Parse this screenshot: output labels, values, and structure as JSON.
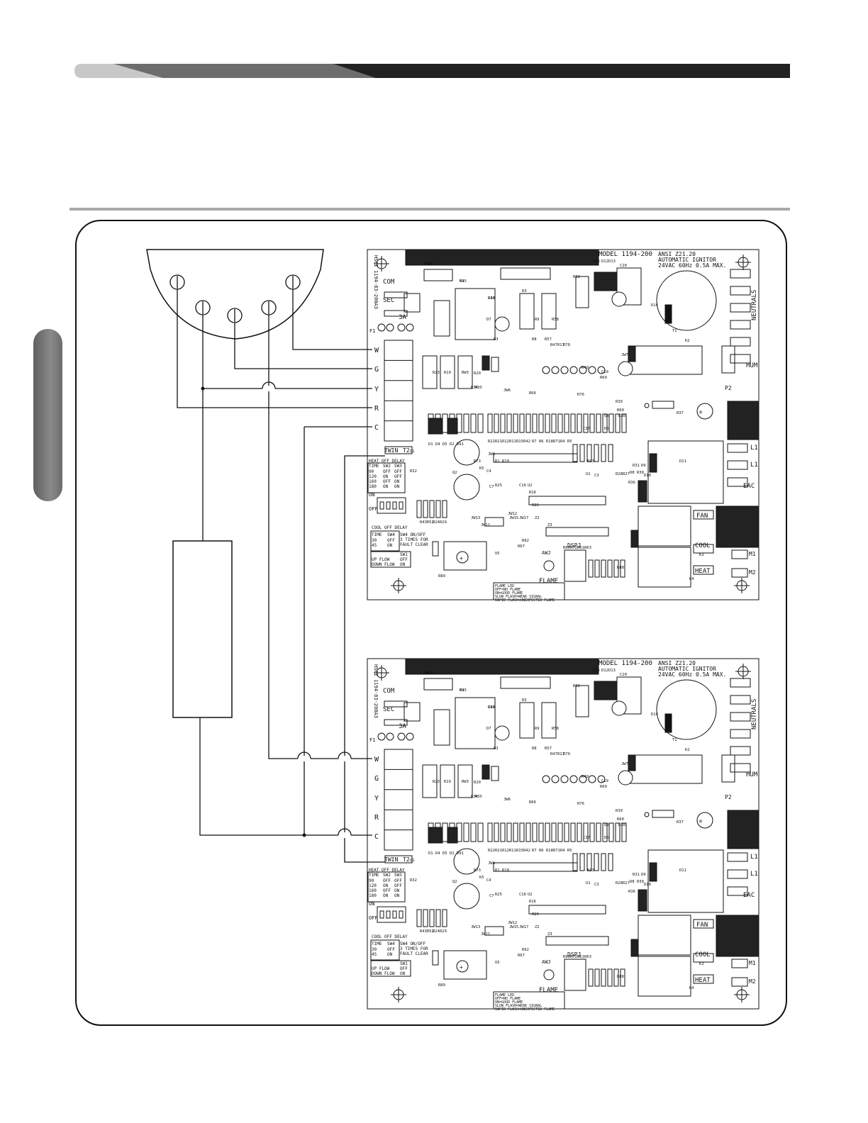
{
  "header": {
    "colors": {
      "light": "#c8c8c8",
      "mid": "#6d6d6d",
      "dark": "#222222"
    }
  },
  "thermostat": {
    "terminals": [
      "",
      "",
      "",
      "",
      ""
    ]
  },
  "transformer": {
    "label": ""
  },
  "boards": [
    {
      "header_model": "MODEL  1194-200",
      "header_line1": "ANSI Z21.20",
      "header_line2": "AUTOMATIC IGNITOR",
      "header_line3": "24VAC 60Hz 0.5A MAX.",
      "side_code": "HSCI 1194-83-200A3",
      "top_labels": [
        "COM",
        "SEC",
        "F1",
        "3A"
      ],
      "terminals": [
        "W",
        "G",
        "Y",
        "R",
        "C"
      ],
      "t2": "T2",
      "twin": "TWIN",
      "right_labels": [
        "NEUTRALS",
        "HUM",
        "P2",
        "L1",
        "L1",
        "EAC",
        "FAN",
        "COOL",
        "HEAT",
        "M1",
        "M2"
      ],
      "dspj": "DSPJ",
      "flame": "FLAME",
      "awj": "AWJ",
      "heat_table": {
        "title": "HEAT OFF DELAY",
        "header": [
          "TIME",
          "SW2",
          "SW3"
        ],
        "rows": [
          [
            "90",
            "OFF",
            "OFF"
          ],
          [
            "120",
            "ON",
            "OFF"
          ],
          [
            "160",
            "OFF",
            "ON"
          ],
          [
            "180",
            "ON",
            "ON"
          ]
        ]
      },
      "cool_table": {
        "title": "COOL OFF DELAY",
        "header": [
          "TIME",
          "SW4"
        ],
        "rows": [
          [
            "30",
            "OFF"
          ],
          [
            "45",
            "ON"
          ]
        ]
      },
      "sw4_note": [
        "SW4 ON/OFF",
        "3 TIMES FOR",
        "FAULT CLEAR"
      ],
      "flow_table": {
        "header": [
          "",
          "SW1"
        ],
        "rows": [
          [
            "UP FLOW",
            "OFF"
          ],
          [
            "DOWN FLOW",
            "ON"
          ]
        ]
      },
      "flame_note": [
        "FLAME LED",
        "OFF=NO FLAME",
        "ON=GOOD FLAME",
        "SLOW FLASH=WEAK SIGNAL",
        "RAPID FLASH=UNEXPECTED FLAME"
      ],
      "dip": [
        "ON",
        "OFF"
      ],
      "component_labels": [
        "JW14",
        "K1",
        "C18",
        "D3",
        "D7",
        "R3",
        "R8",
        "R57",
        "R9",
        "R58",
        "R82",
        "D15",
        "D12",
        "D13",
        "C20",
        "D14",
        "T1",
        "K2",
        "R20",
        "R23",
        "R19",
        "RW3",
        "R35",
        "R34",
        "JW6",
        "R66",
        "R47",
        "R17",
        "R70",
        "R40",
        "JW7",
        "C19",
        "R69",
        "R76",
        "R39",
        "R60",
        "R38",
        "R37",
        "C37",
        "D1",
        "D4",
        "D5",
        "R22",
        "R21",
        "R12",
        "R11",
        "R15",
        "R42",
        "R7",
        "R6",
        "R18",
        "R71",
        "R4",
        "R5",
        "D2",
        "Q1",
        "Q2",
        "Q3",
        "D6",
        "D8",
        "R30",
        "R31",
        "D9",
        "D10",
        "D11",
        "K3",
        "K4",
        "K5",
        "U1",
        "U2",
        "U5",
        "C3",
        "C4",
        "C7",
        "C16",
        "R16",
        "R26",
        "R25",
        "JW12",
        "JW11",
        "JW13",
        "JW15",
        "JW17",
        "Z2",
        "Z3",
        "R67",
        "R92",
        "R90",
        "R72",
        "R61",
        "R63",
        "R88",
        "R89",
        "R91",
        "R73",
        "JW4",
        "R1",
        "R10",
        "R24",
        "R29",
        "R52",
        "R43",
        "R32",
        "R33",
        "R28",
        "R27",
        "R36",
        "R44",
        "R45",
        "R46"
      ]
    },
    {
      "header_model": "MODEL  1194-200",
      "header_line1": "ANSI Z21.20",
      "header_line2": "AUTOMATIC IGNITOR",
      "header_line3": "24VAC 60Hz 0.5A MAX.",
      "side_code": "HSCI 1194-83-200A3",
      "top_labels": [
        "COM",
        "SEC",
        "F1",
        "3A"
      ],
      "terminals": [
        "W",
        "G",
        "Y",
        "R",
        "C"
      ],
      "t2": "T2",
      "twin": "TWIN",
      "right_labels": [
        "NEUTRALS",
        "HUM",
        "P2",
        "L1",
        "L1",
        "EAC",
        "FAN",
        "COOL",
        "HEAT",
        "M1",
        "M2"
      ],
      "dspj": "DSPJ",
      "flame": "FLAME",
      "awj": "AWJ",
      "heat_table": {
        "title": "HEAT OFF DELAY",
        "header": [
          "TIME",
          "SW2",
          "SW3"
        ],
        "rows": [
          [
            "90",
            "OFF",
            "OFF"
          ],
          [
            "120",
            "ON",
            "OFF"
          ],
          [
            "160",
            "OFF",
            "ON"
          ],
          [
            "180",
            "ON",
            "ON"
          ]
        ]
      },
      "cool_table": {
        "title": "COOL OFF DELAY",
        "header": [
          "TIME",
          "SW4"
        ],
        "rows": [
          [
            "30",
            "OFF"
          ],
          [
            "45",
            "ON"
          ]
        ]
      },
      "sw4_note": [
        "SW4 ON/OFF",
        "3 TIMES FOR",
        "FAULT CLEAR"
      ],
      "flow_table": {
        "header": [
          "",
          "SW1"
        ],
        "rows": [
          [
            "UP FLOW",
            "OFF"
          ],
          [
            "DOWN FLOW",
            "ON"
          ]
        ]
      },
      "flame_note": [
        "FLAME LED",
        "OFF=NO FLAME",
        "ON=GOOD FLAME",
        "SLOW FLASH=WEAK SIGNAL",
        "RAPID FLASH=UNEXPECTED FLAME"
      ],
      "dip": [
        "ON",
        "OFF"
      ],
      "component_labels": [
        "JW14",
        "K1",
        "C18",
        "D3",
        "D7",
        "R3",
        "R8",
        "R57",
        "R9",
        "R58",
        "R82",
        "D15",
        "D12",
        "D13",
        "C20",
        "D14",
        "T1",
        "K2",
        "R20",
        "R23",
        "R19",
        "RW3",
        "R35",
        "R34",
        "JW6",
        "R66",
        "R47",
        "R17",
        "R70",
        "R40",
        "JW7",
        "C19",
        "R69",
        "R76",
        "R39",
        "R60",
        "R38",
        "R37",
        "C37",
        "D1",
        "D4",
        "D5",
        "R22",
        "R21",
        "R12",
        "R11",
        "R15",
        "R42",
        "R7",
        "R6",
        "R18",
        "R71",
        "R4",
        "R5",
        "D2",
        "Q1",
        "Q2",
        "Q3",
        "D6",
        "D8",
        "R30",
        "R31",
        "D9",
        "D10",
        "D11",
        "K3",
        "K4",
        "K5",
        "U1",
        "U2",
        "U5",
        "C3",
        "C4",
        "C7",
        "C16",
        "R16",
        "R26",
        "R25",
        "JW12",
        "JW11",
        "JW13",
        "JW15",
        "JW17",
        "Z2",
        "Z3",
        "R67",
        "R92",
        "R90",
        "R72",
        "R61",
        "R63",
        "R88",
        "R89",
        "R91",
        "R73",
        "JW4",
        "R1",
        "R10",
        "R24",
        "R29",
        "R52",
        "R43",
        "R32",
        "R33",
        "R28",
        "R27",
        "R36",
        "R44",
        "R45",
        "R46"
      ]
    }
  ]
}
